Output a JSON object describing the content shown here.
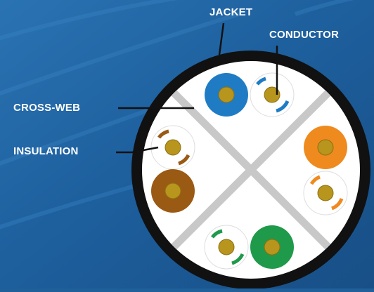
{
  "labels": {
    "jacket": "JACKET",
    "conductor": "CONDUCTOR",
    "cross_web": "CROSS-WEB",
    "insulation": "INSULATION"
  },
  "colors": {
    "background": "#1f5f9a",
    "jacket": "#111111",
    "cable_interior": "#ffffff",
    "cross_web": "#c8c8c8",
    "conductor": "#b8951c",
    "insulation_white": "#ffffff",
    "pair_blue": "#1f7cc4",
    "pair_orange": "#ef8a1f",
    "pair_green": "#1f9a4a",
    "pair_brown": "#9a5a14",
    "leader_line": "#111111"
  },
  "pairs": [
    {
      "name": "blue",
      "color_key": "pair_blue"
    },
    {
      "name": "orange",
      "color_key": "pair_orange"
    },
    {
      "name": "green",
      "color_key": "pair_green"
    },
    {
      "name": "brown",
      "color_key": "pair_brown"
    }
  ]
}
